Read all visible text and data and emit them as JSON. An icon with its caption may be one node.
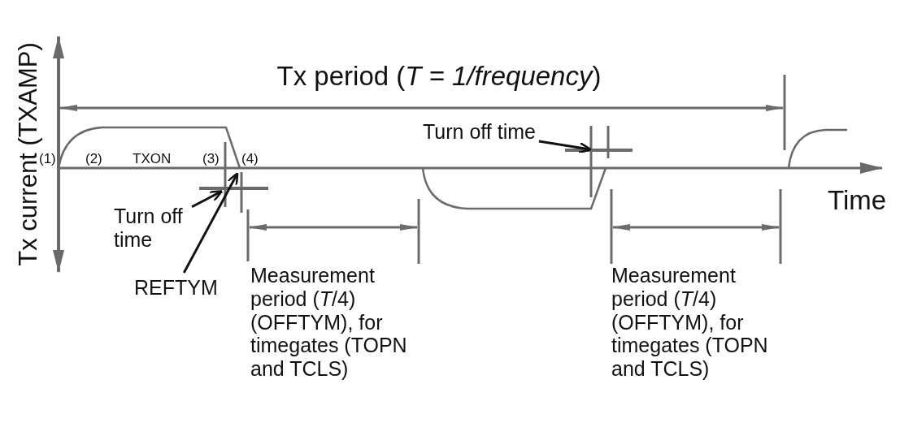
{
  "diagram": {
    "nodes": [
      {
        "text": [
          "Turn off time"
        ]
      },
      {
        "text": [
          "REFTYM"
        ]
      },
      {
        "text": [
          "Turn off time"
        ]
      },
      {
        "text": [],
        "shape": "cross"
      },
      {
        "text": [],
        "shape": "cross"
      }
    ],
    "edges": [
      {
        "from": 0,
        "to": 3,
        "arrow": "to"
      },
      {
        "from": 1,
        "to": 3,
        "arrow": "to"
      },
      {
        "from": 2,
        "to": 4,
        "arrow": "to"
      }
    ],
    "labels": [
      "Tx period (*T = 1/frequency*)",
      "Tx current (TXAMP)",
      "(1)",
      "(2)",
      "TXON",
      "(3)",
      "(4)",
      "Time",
      "Measurement period (*T*/4) (OFFTYM), for timegates (TOPN and TCLS)",
      "Measurement period (*T*/4) (OFFTYM), for timegates (TOPN and TCLS)"
    ]
  }
}
